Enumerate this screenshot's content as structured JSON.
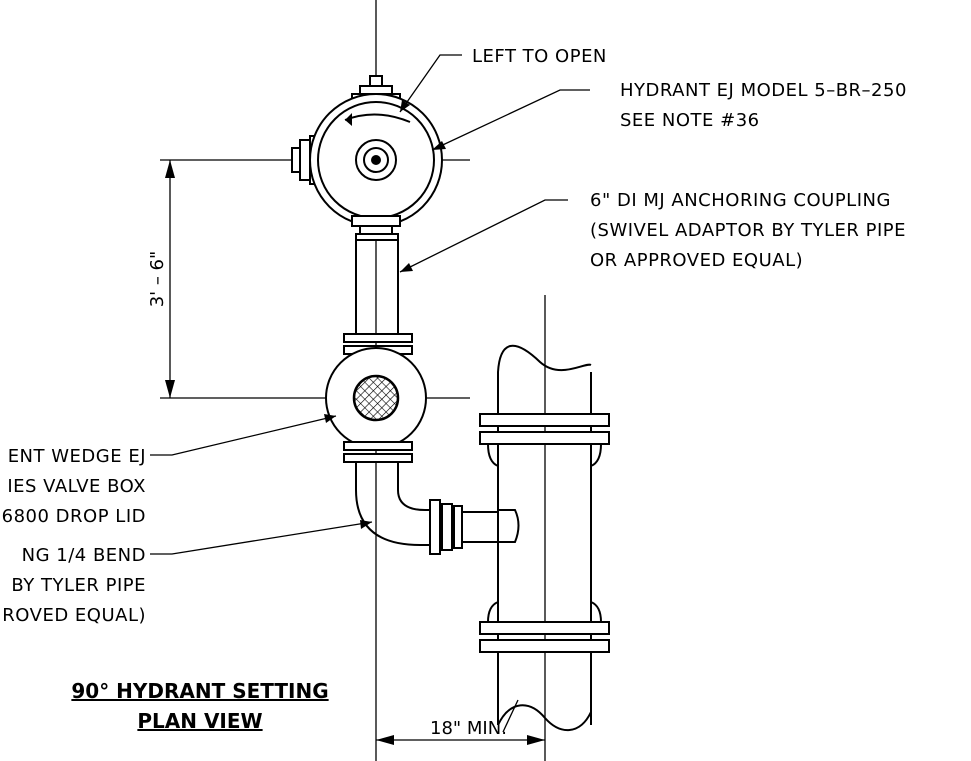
{
  "callouts": {
    "left_to_open": "LEFT TO OPEN",
    "hydrant_line1": "HYDRANT EJ MODEL 5–BR–250",
    "hydrant_line2": "SEE NOTE #36",
    "coupling_line1": "6\" DI MJ ANCHORING COUPLING",
    "coupling_line2": "(SWIVEL ADAPTOR BY TYLER PIPE",
    "coupling_line3": "OR APPROVED EQUAL)",
    "valve_line1": "ENT WEDGE EJ",
    "valve_line2": "IES VALVE BOX",
    "valve_line3": "6800 DROP LID",
    "bend_line1": "NG 1/4 BEND",
    "bend_line2": "BY TYLER PIPE",
    "bend_line3": "ROVED EQUAL)"
  },
  "dimensions": {
    "vertical": "3' – 6\"",
    "horizontal": "18\" MIN."
  },
  "title": {
    "line1": "90° HYDRANT SETTING",
    "line2": "PLAN VIEW"
  }
}
